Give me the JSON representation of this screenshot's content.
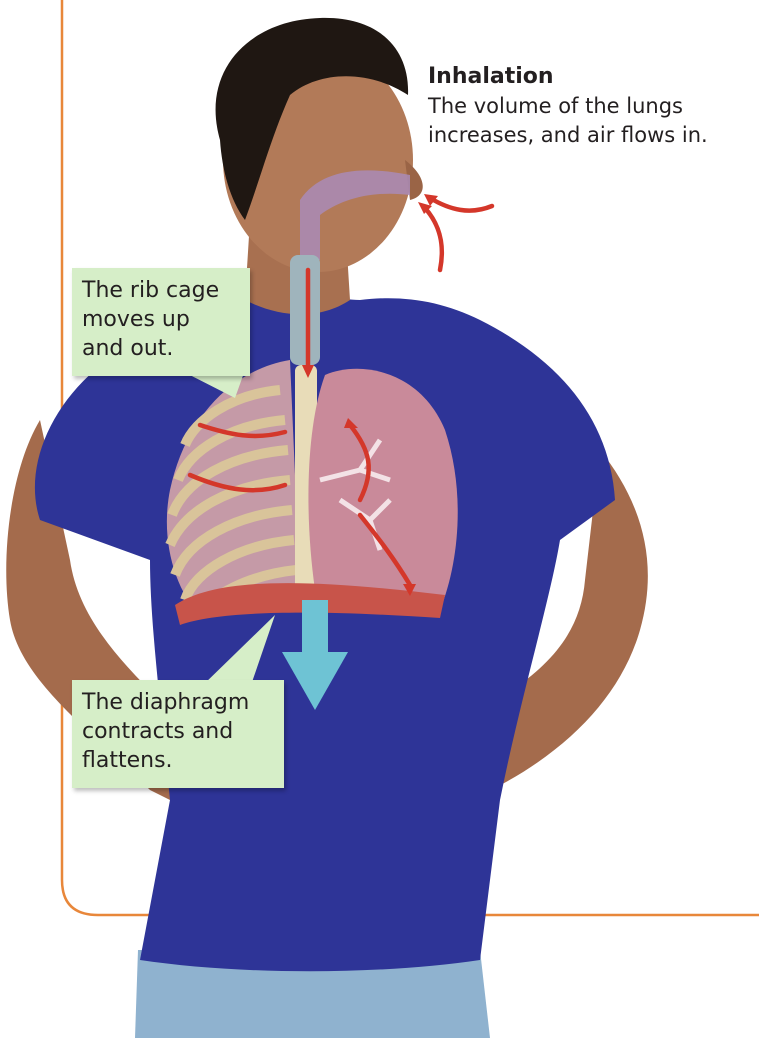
{
  "inhalation": {
    "title": "Inhalation",
    "description_lines": [
      "The volume of the lungs",
      "increases, and air flows in."
    ]
  },
  "rib_cage_label": {
    "lines": [
      "The rib cage",
      "moves up",
      "and out."
    ]
  },
  "diaphragm_label": {
    "lines": [
      "The diaphragm",
      "contracts and",
      "flattens."
    ]
  },
  "colors": {
    "frame": "#e8873a",
    "label_box": "#d6eec8",
    "airflow_arrow": "#d4372a",
    "diaphragm_arrow": "#6ec3d4",
    "shirt": "#2e3497",
    "lung": "#c98a9a"
  }
}
